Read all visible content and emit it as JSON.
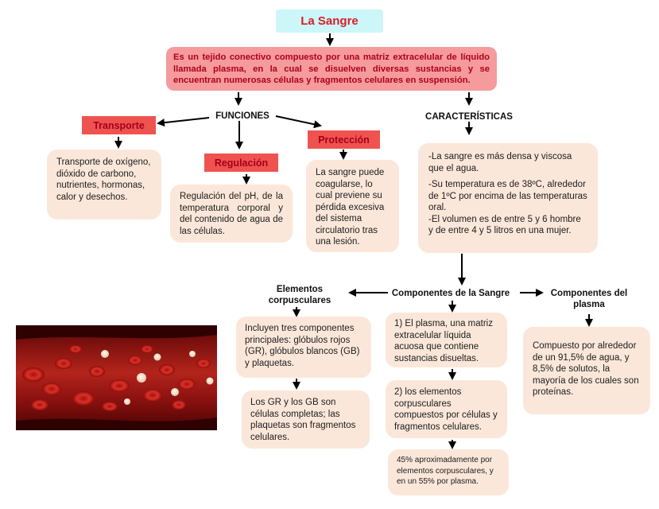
{
  "title": "La Sangre",
  "definition": "Es un tejido conectivo compuesto por una matriz extracelular de líquido llamada plasma, en la cual se disuelven diversas sustancias y se encuentran numerosas células y fragmentos celulares en suspensión.",
  "funciones": {
    "label": "FUNCIONES",
    "transporte": {
      "title": "Transporte",
      "text": "Transporte de oxígeno, dióxido de carbono, nutrientes, hormonas, calor y desechos."
    },
    "regulacion": {
      "title": "Regulación",
      "text": "Regulación del pH, de la temperatura corporal y del contenido de agua de las células."
    },
    "proteccion": {
      "title": "Protección",
      "text": "La sangre puede coagularse, lo cual previene su pérdida excesiva del sistema circulatorio tras una lesión."
    }
  },
  "caracteristicas": {
    "label": "CARACTERÍSTICAS",
    "p1": "-La sangre es más densa y viscosa que el agua.",
    "p2": "-Su temperatura es de 38ºC, alrededor de 1ºC por encima de las temperaturas oral.",
    "p3": "-El volumen es de entre 5 y 6 hombre y de entre 4 y 5 litros en una mujer."
  },
  "componentes": {
    "label": "Componentes de la Sangre",
    "elementos": {
      "label": "Elementos corpusculares",
      "text1": "Incluyen tres componentes principales: glóbulos rojos (GR), glóbulos blancos (GB) y plaquetas.",
      "text2": "Los GR y los GB son células completas; las plaquetas son fragmentos celulares."
    },
    "sangre": {
      "item1": "1) El plasma, una matriz extracelular líquida acuosa que contiene sustancias disueltas.",
      "item2": "2) los elementos corpusculares compuestos por células y fragmentos celulares.",
      "note": "45% aproximadamente por elementos corpusculares, y en un 55% por plasma."
    },
    "plasma": {
      "label": "Componentes del plasma",
      "text": "Compuesto por alrededor de un 91,5% de agua, y 8,5% de solutos, la mayoría de los cuales son proteínas."
    }
  },
  "colors": {
    "title_bg": "#cdf6f8",
    "title_text": "#d2202a",
    "definition_bg": "#f59a9d",
    "label_red": "#ef5350",
    "card_bg": "#fbe7da"
  }
}
